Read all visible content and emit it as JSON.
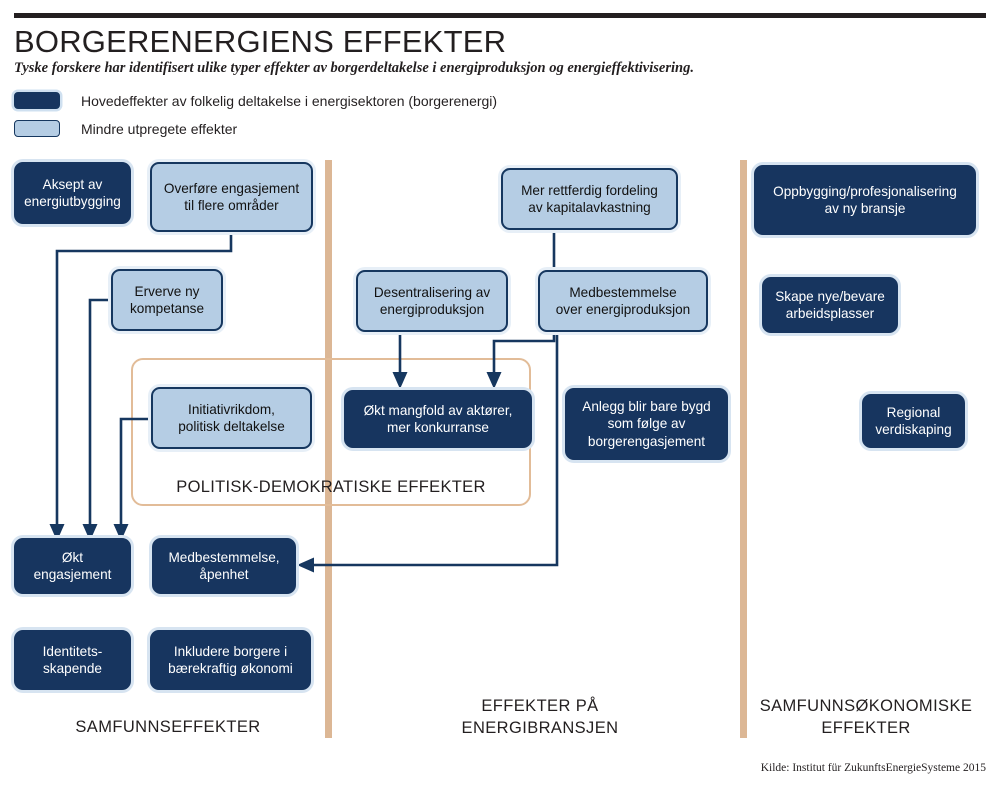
{
  "header": {
    "title": "BORGERENERGIENS EFFEKTER",
    "subtitle": "Tyske forskere har identifisert ulike typer effekter av borgerdeltakelse i energiproduksjon og energieffektivisering."
  },
  "legend": {
    "items": [
      {
        "label": "Hovedeffekter av folkelig deltakelse i energisektoren (borgerenergi)",
        "style": "dark",
        "color": "#17355f"
      },
      {
        "label": "Mindre utpregete effekter",
        "style": "light",
        "color": "#b5cde4"
      }
    ]
  },
  "group": {
    "title": "POLITISK-DEMOKRATISKE EFFEKTER",
    "border_color": "#e2bc98"
  },
  "columns": [
    {
      "caption": "SAMFUNNSEFFEKTER"
    },
    {
      "caption": "EFFEKTER PÅ\nENERGIBRANSJEN"
    },
    {
      "caption": "SAMFUNNSØKONOMISKE\nEFFEKTER"
    }
  ],
  "nodes": [
    {
      "id": "aksept",
      "label": "Aksept av\nenergiutbygging",
      "style": "dark"
    },
    {
      "id": "overfore",
      "label": "Overføre engasjement\ntil flere områder",
      "style": "light"
    },
    {
      "id": "erverve",
      "label": "Erverve ny\nkompetanse",
      "style": "light"
    },
    {
      "id": "initiativ",
      "label": "Initiativrikdom,\npolitisk deltakelse",
      "style": "light"
    },
    {
      "id": "okt-engasjement",
      "label": "Økt\nengasjement",
      "style": "dark"
    },
    {
      "id": "medbest-apenhet",
      "label": "Medbestemmelse,\nåpenhet",
      "style": "dark"
    },
    {
      "id": "identitet",
      "label": "Identitets-\nskapende",
      "style": "dark"
    },
    {
      "id": "inkludere",
      "label": "Inkludere borgere i\nbærekraftig økonomi",
      "style": "dark"
    },
    {
      "id": "rettferdig",
      "label": "Mer rettferdig fordeling\nav kapitalavkastning",
      "style": "light"
    },
    {
      "id": "desentralisering",
      "label": "Desentralisering av\nenergiproduksjon",
      "style": "light"
    },
    {
      "id": "medbest-energi",
      "label": "Medbestemmelse\nover energiproduksjon",
      "style": "light"
    },
    {
      "id": "okt-mangfold",
      "label": "Økt mangfold av aktører,\nmer konkurranse",
      "style": "dark"
    },
    {
      "id": "anlegg",
      "label": "Anlegg blir bare bygd\nsom følge av\nborgerengasjement",
      "style": "dark"
    },
    {
      "id": "oppbygging",
      "label": "Oppbygging/profesjonalisering\nav ny bransje",
      "style": "dark"
    },
    {
      "id": "skape",
      "label": "Skape nye/bevare\narbeidsplasser",
      "style": "dark"
    },
    {
      "id": "regional",
      "label": "Regional\nverdiskaping",
      "style": "dark"
    }
  ],
  "source": "Kilde: Institut für ZukunftsEnergieSysteme 2015",
  "palette": {
    "dark_fill": "#17355f",
    "light_fill": "#b5cde4",
    "stroke": "#16375f",
    "divider": "#dcb795",
    "frame": "#e2bc98",
    "rule": "#231f20"
  }
}
